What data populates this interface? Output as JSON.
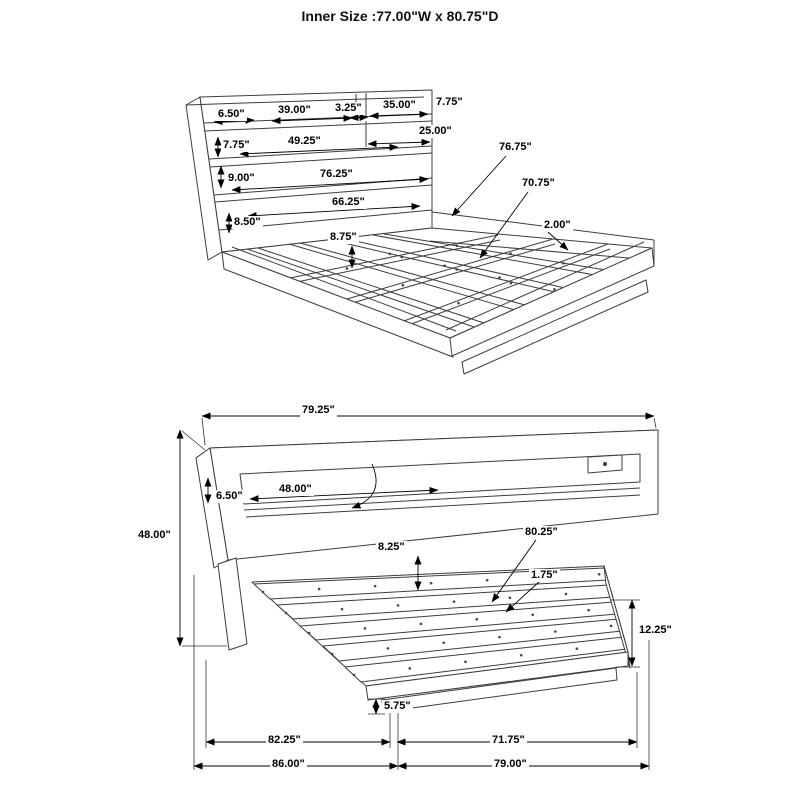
{
  "title": "Inner Size :77.00\"W x 80.75\"D",
  "front_view": {
    "labels": {
      "top_left_w": "6.50\"",
      "top_shelf_w": "39.00\"",
      "divider_w": "3.25\"",
      "top_right_w": "35.00\"",
      "side_depth": "7.75\"",
      "row2_h": "7.75\"",
      "row2_w": "49.25\"",
      "cubby_w": "25.00\"",
      "row3_h": "9.00\"",
      "row3_w": "76.25\"",
      "row4_w": "66.25\"",
      "row4_h": "8.50\"",
      "slat_gap": "8.75\"",
      "depth_outer": "76.75\"",
      "depth_inner": "70.75\"",
      "rail_thickness": "2.00\""
    }
  },
  "side_view": {
    "labels": {
      "headboard_w": "79.25\"",
      "headboard_h": "48.00\"",
      "shelf_h": "6.50\"",
      "shelf_w": "48.00\"",
      "deck_inset": "8.25\"",
      "deck_depth": "80.25\"",
      "slat_thickness": "1.75\"",
      "base_h": "12.25\"",
      "plinth_h": "5.75\"",
      "platform_w": "82.25\"",
      "platform_d": "71.75\"",
      "overall_w": "86.00\"",
      "overall_d": "79.00\""
    }
  }
}
